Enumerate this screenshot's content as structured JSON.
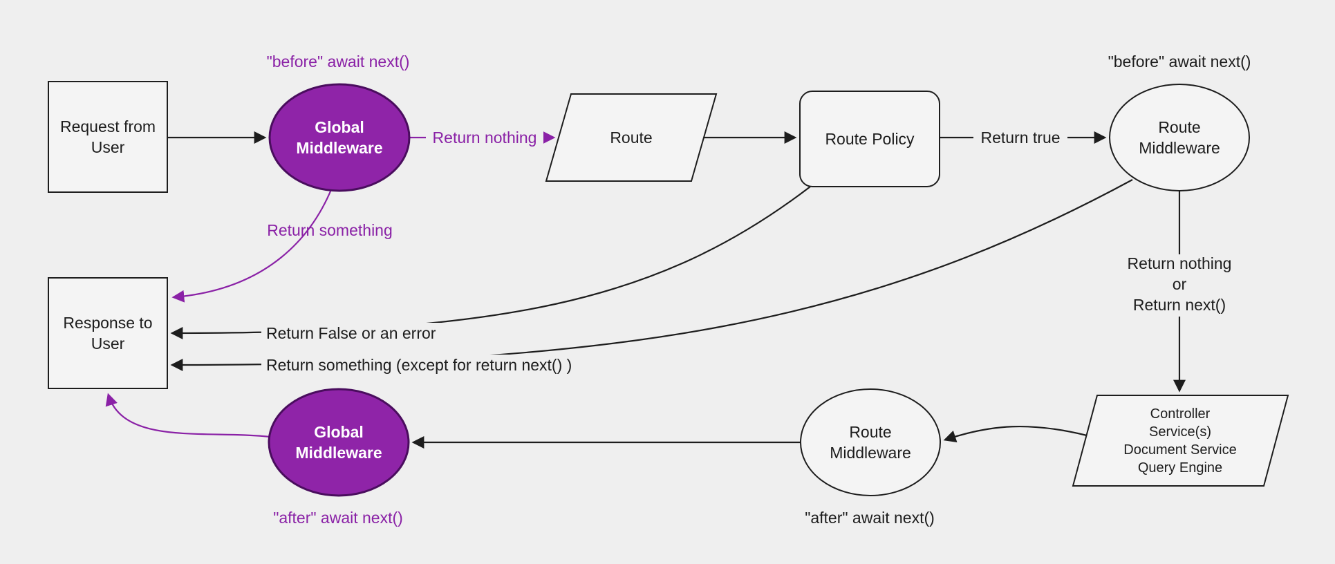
{
  "diagram": {
    "background": "#efefef",
    "colors": {
      "purple_fill": "#8f24a8",
      "purple_stroke": "#4a0d5e",
      "purple_text": "#8a21a6",
      "ink": "#1d1d1d",
      "node_fill": "#f4f4f4",
      "node_text_light": "#ffffff"
    },
    "nodes": {
      "request": {
        "line1": "Request from",
        "line2": "User"
      },
      "global_middleware_top": {
        "line1": "Global",
        "line2": "Middleware"
      },
      "route": {
        "label": "Route"
      },
      "route_policy": {
        "label": "Route Policy"
      },
      "route_middleware_top": {
        "line1": "Route",
        "line2": "Middleware"
      },
      "response": {
        "line1": "Response to",
        "line2": "User"
      },
      "controller": {
        "line1": "Controller",
        "line2": "Service(s)",
        "line3": "Document Service",
        "line4": "Query Engine"
      },
      "route_middleware_bottom": {
        "line1": "Route",
        "line2": "Middleware"
      },
      "global_middleware_bottom": {
        "line1": "Global",
        "line2": "Middleware"
      }
    },
    "labels": {
      "before_global": "\"before\" await next()",
      "before_route_middleware": "\"before\" await next()",
      "return_nothing": "Return nothing",
      "return_true": "Return true",
      "return_something": "Return something",
      "return_false_or_error": "Return False or an error",
      "return_something_except": "Return something (except for return next() )",
      "return_nothing_line1": "Return nothing",
      "return_nothing_line2": "or",
      "return_nothing_line3": "Return next()",
      "after_route_middleware": "\"after\" await next()",
      "after_global": "\"after\" await next()"
    }
  }
}
